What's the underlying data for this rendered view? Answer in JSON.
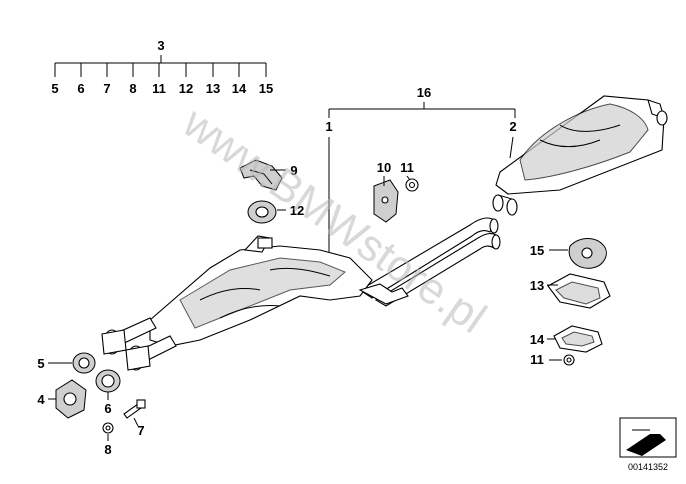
{
  "group_header": "3",
  "group_items": [
    "5",
    "6",
    "7",
    "8",
    "11",
    "12",
    "13",
    "14",
    "15"
  ],
  "right_header": "16",
  "pipe_label": "1",
  "muffler_label": "2",
  "callouts": {
    "c9": "9",
    "c12": "12",
    "c10": "10",
    "c11a": "11",
    "c15": "15",
    "c13": "13",
    "c14": "14",
    "c11b": "11",
    "c5": "5",
    "c4": "4",
    "c6": "6",
    "c7": "7",
    "c8": "8"
  },
  "watermark": "www.BMWstore.pl",
  "drawing_number": "00141352"
}
